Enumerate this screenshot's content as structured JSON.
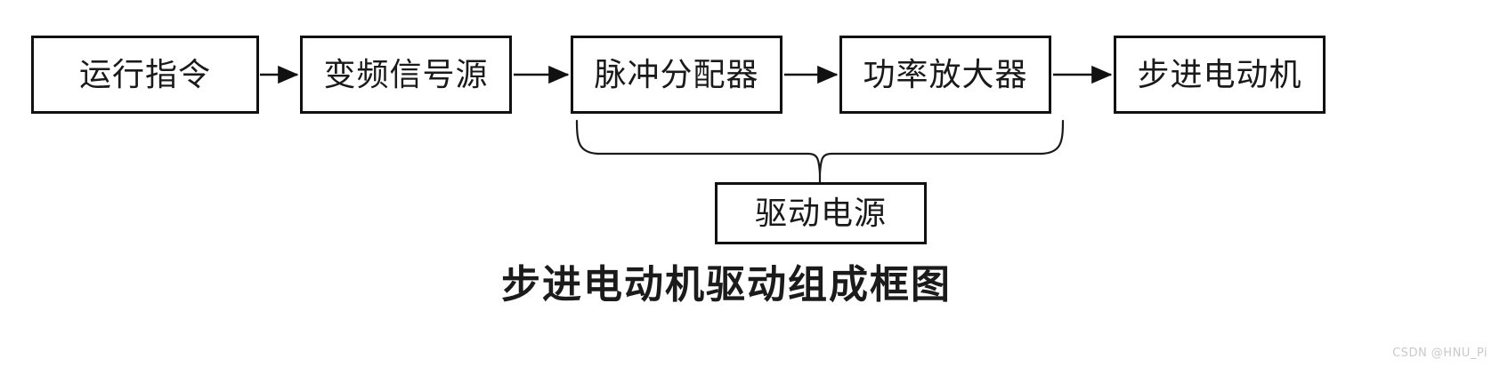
{
  "diagram": {
    "caption": "步进电动机驱动组成框图",
    "line_color": "#111111",
    "text_color": "#1a1a1a",
    "background": "#ffffff",
    "nodes": [
      {
        "id": "run-command",
        "label": "运行指令"
      },
      {
        "id": "vfd-signal-source",
        "label": "变频信号源"
      },
      {
        "id": "pulse-distributor",
        "label": "脉冲分配器"
      },
      {
        "id": "power-amplifier",
        "label": "功率放大器"
      },
      {
        "id": "stepper-motor",
        "label": "步进电动机"
      }
    ],
    "aux_node": {
      "id": "drive-power-supply",
      "label": "驱动电源"
    },
    "connections": [
      {
        "from": "运行指令",
        "to": "变频信号源",
        "type": "arrow"
      },
      {
        "from": "变频信号源",
        "to": "脉冲分配器",
        "type": "arrow"
      },
      {
        "from": "脉冲分配器",
        "to": "功率放大器",
        "type": "arrow"
      },
      {
        "from": "功率放大器",
        "to": "步进电动机",
        "type": "arrow"
      },
      {
        "from": "驱动电源",
        "to": "脉冲分配器 + 功率放大器",
        "type": "brace"
      }
    ]
  },
  "watermark": {
    "text": "CSDN @HNU_Pi"
  }
}
